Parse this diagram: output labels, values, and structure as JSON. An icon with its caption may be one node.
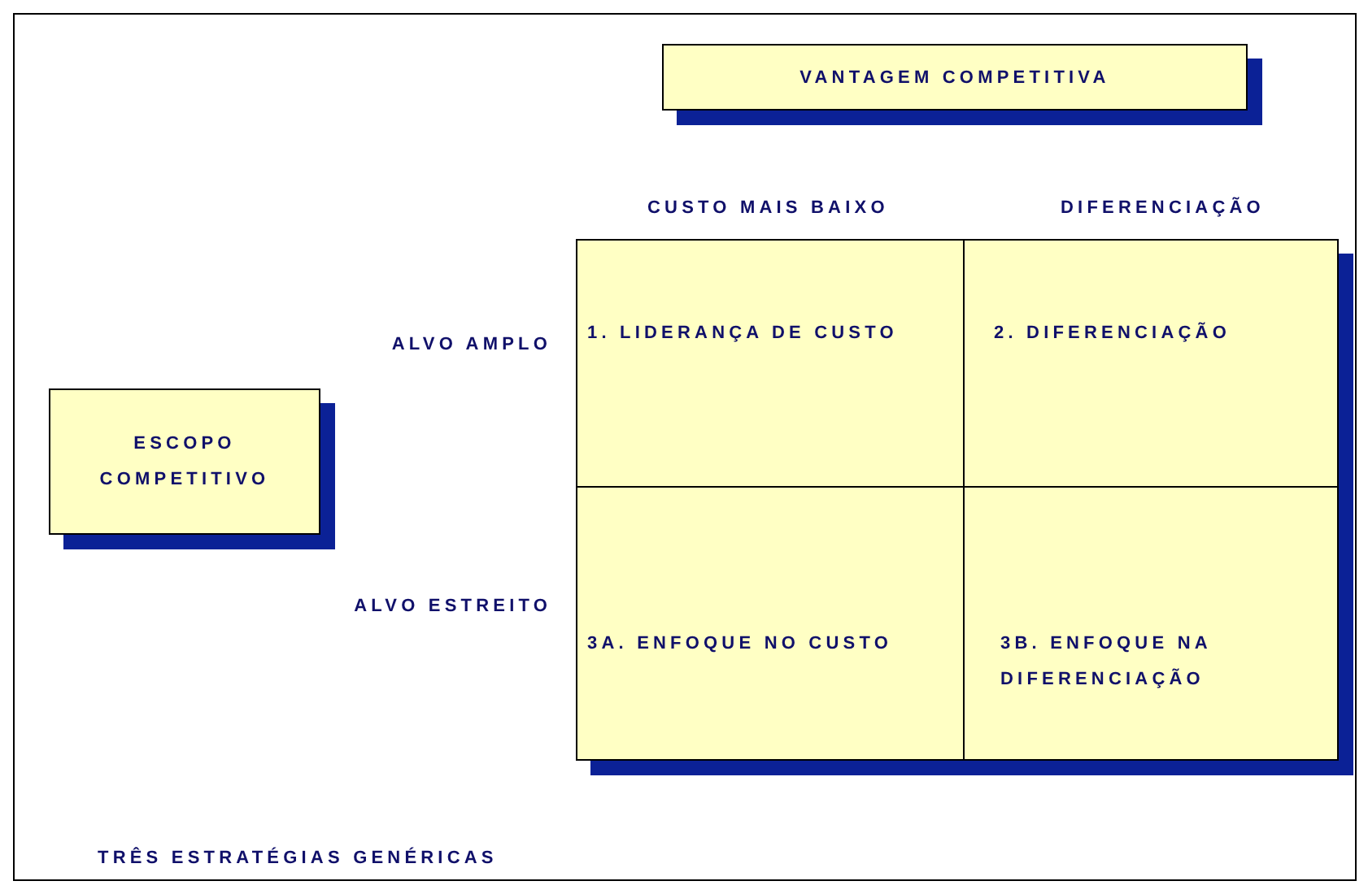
{
  "diagram": {
    "caption": "TRÊS ESTRATÉGIAS GENÉRICAS",
    "nodes": [
      {
        "text": [
          "VANTAGEM COMPETITIVA"
        ]
      },
      {
        "text": [
          "ESCOPO COMPETITIVO"
        ]
      },
      {
        "text": [
          "1. LIDERANÇA DE CUSTO"
        ]
      },
      {
        "text": [
          "2. DIFERENCIAÇÃO"
        ]
      },
      {
        "text": [
          "3A. ENFOQUE NO CUSTO"
        ]
      },
      {
        "text": [
          "3B. ENFOQUE NA DIFERENCIAÇÃO"
        ]
      }
    ],
    "labels": [
      "CUSTO MAIS BAIXO",
      "DIFERENCIAÇÃO",
      "ALVO AMPLO",
      "ALVO ESTREITO"
    ]
  }
}
